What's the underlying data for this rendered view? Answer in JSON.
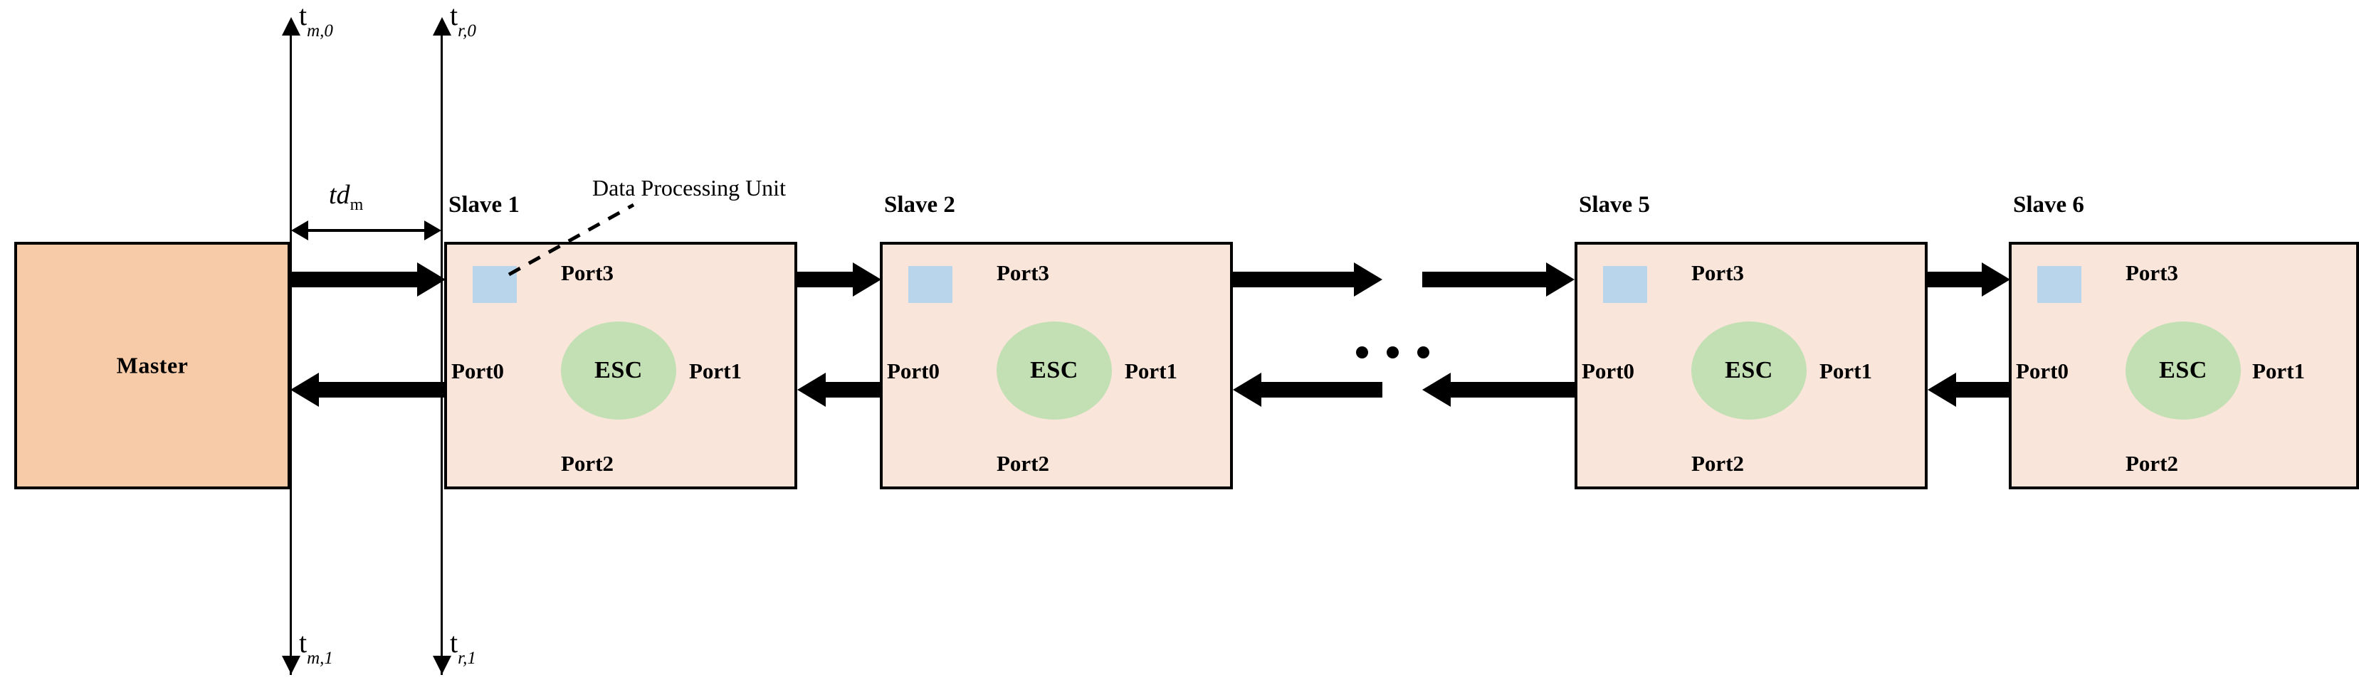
{
  "diagram": {
    "title": "EtherCAT master-slave chain timing diagram",
    "background": "#ffffff",
    "colors": {
      "master_fill": "#F7CBA8",
      "slave_fill": "#FAE5DA",
      "esc_fill": "#C3E0B4",
      "dpu_fill": "#B9D5EC",
      "stroke": "#000000"
    }
  },
  "master": {
    "label": "Master"
  },
  "slaves": [
    {
      "title": "Slave 1",
      "esc": "ESC",
      "ports": {
        "port0": "Port0",
        "port1": "Port1",
        "port2": "Port2",
        "port3": "Port3"
      }
    },
    {
      "title": "Slave 2",
      "esc": "ESC",
      "ports": {
        "port0": "Port0",
        "port1": "Port1",
        "port2": "Port2",
        "port3": "Port3"
      }
    },
    {
      "title": "Slave 5",
      "esc": "ESC",
      "ports": {
        "port0": "Port0",
        "port1": "Port1",
        "port2": "Port2",
        "port3": "Port3"
      }
    },
    {
      "title": "Slave 6",
      "esc": "ESC",
      "ports": {
        "port0": "Port0",
        "port1": "Port1",
        "port2": "Port2",
        "port3": "Port3"
      }
    }
  ],
  "callout": {
    "label": "Data Processing Unit"
  },
  "timing": {
    "master_top": {
      "base": "t",
      "sub": "m,0"
    },
    "master_bottom": {
      "base": "t",
      "sub": "m,1"
    },
    "slave_top": {
      "base": "t",
      "sub": "r,0"
    },
    "slave_bottom": {
      "base": "t",
      "sub": "r,1"
    },
    "delay": {
      "base": "td",
      "sub": "m"
    }
  },
  "ellipsis": {
    "label": "•••"
  }
}
